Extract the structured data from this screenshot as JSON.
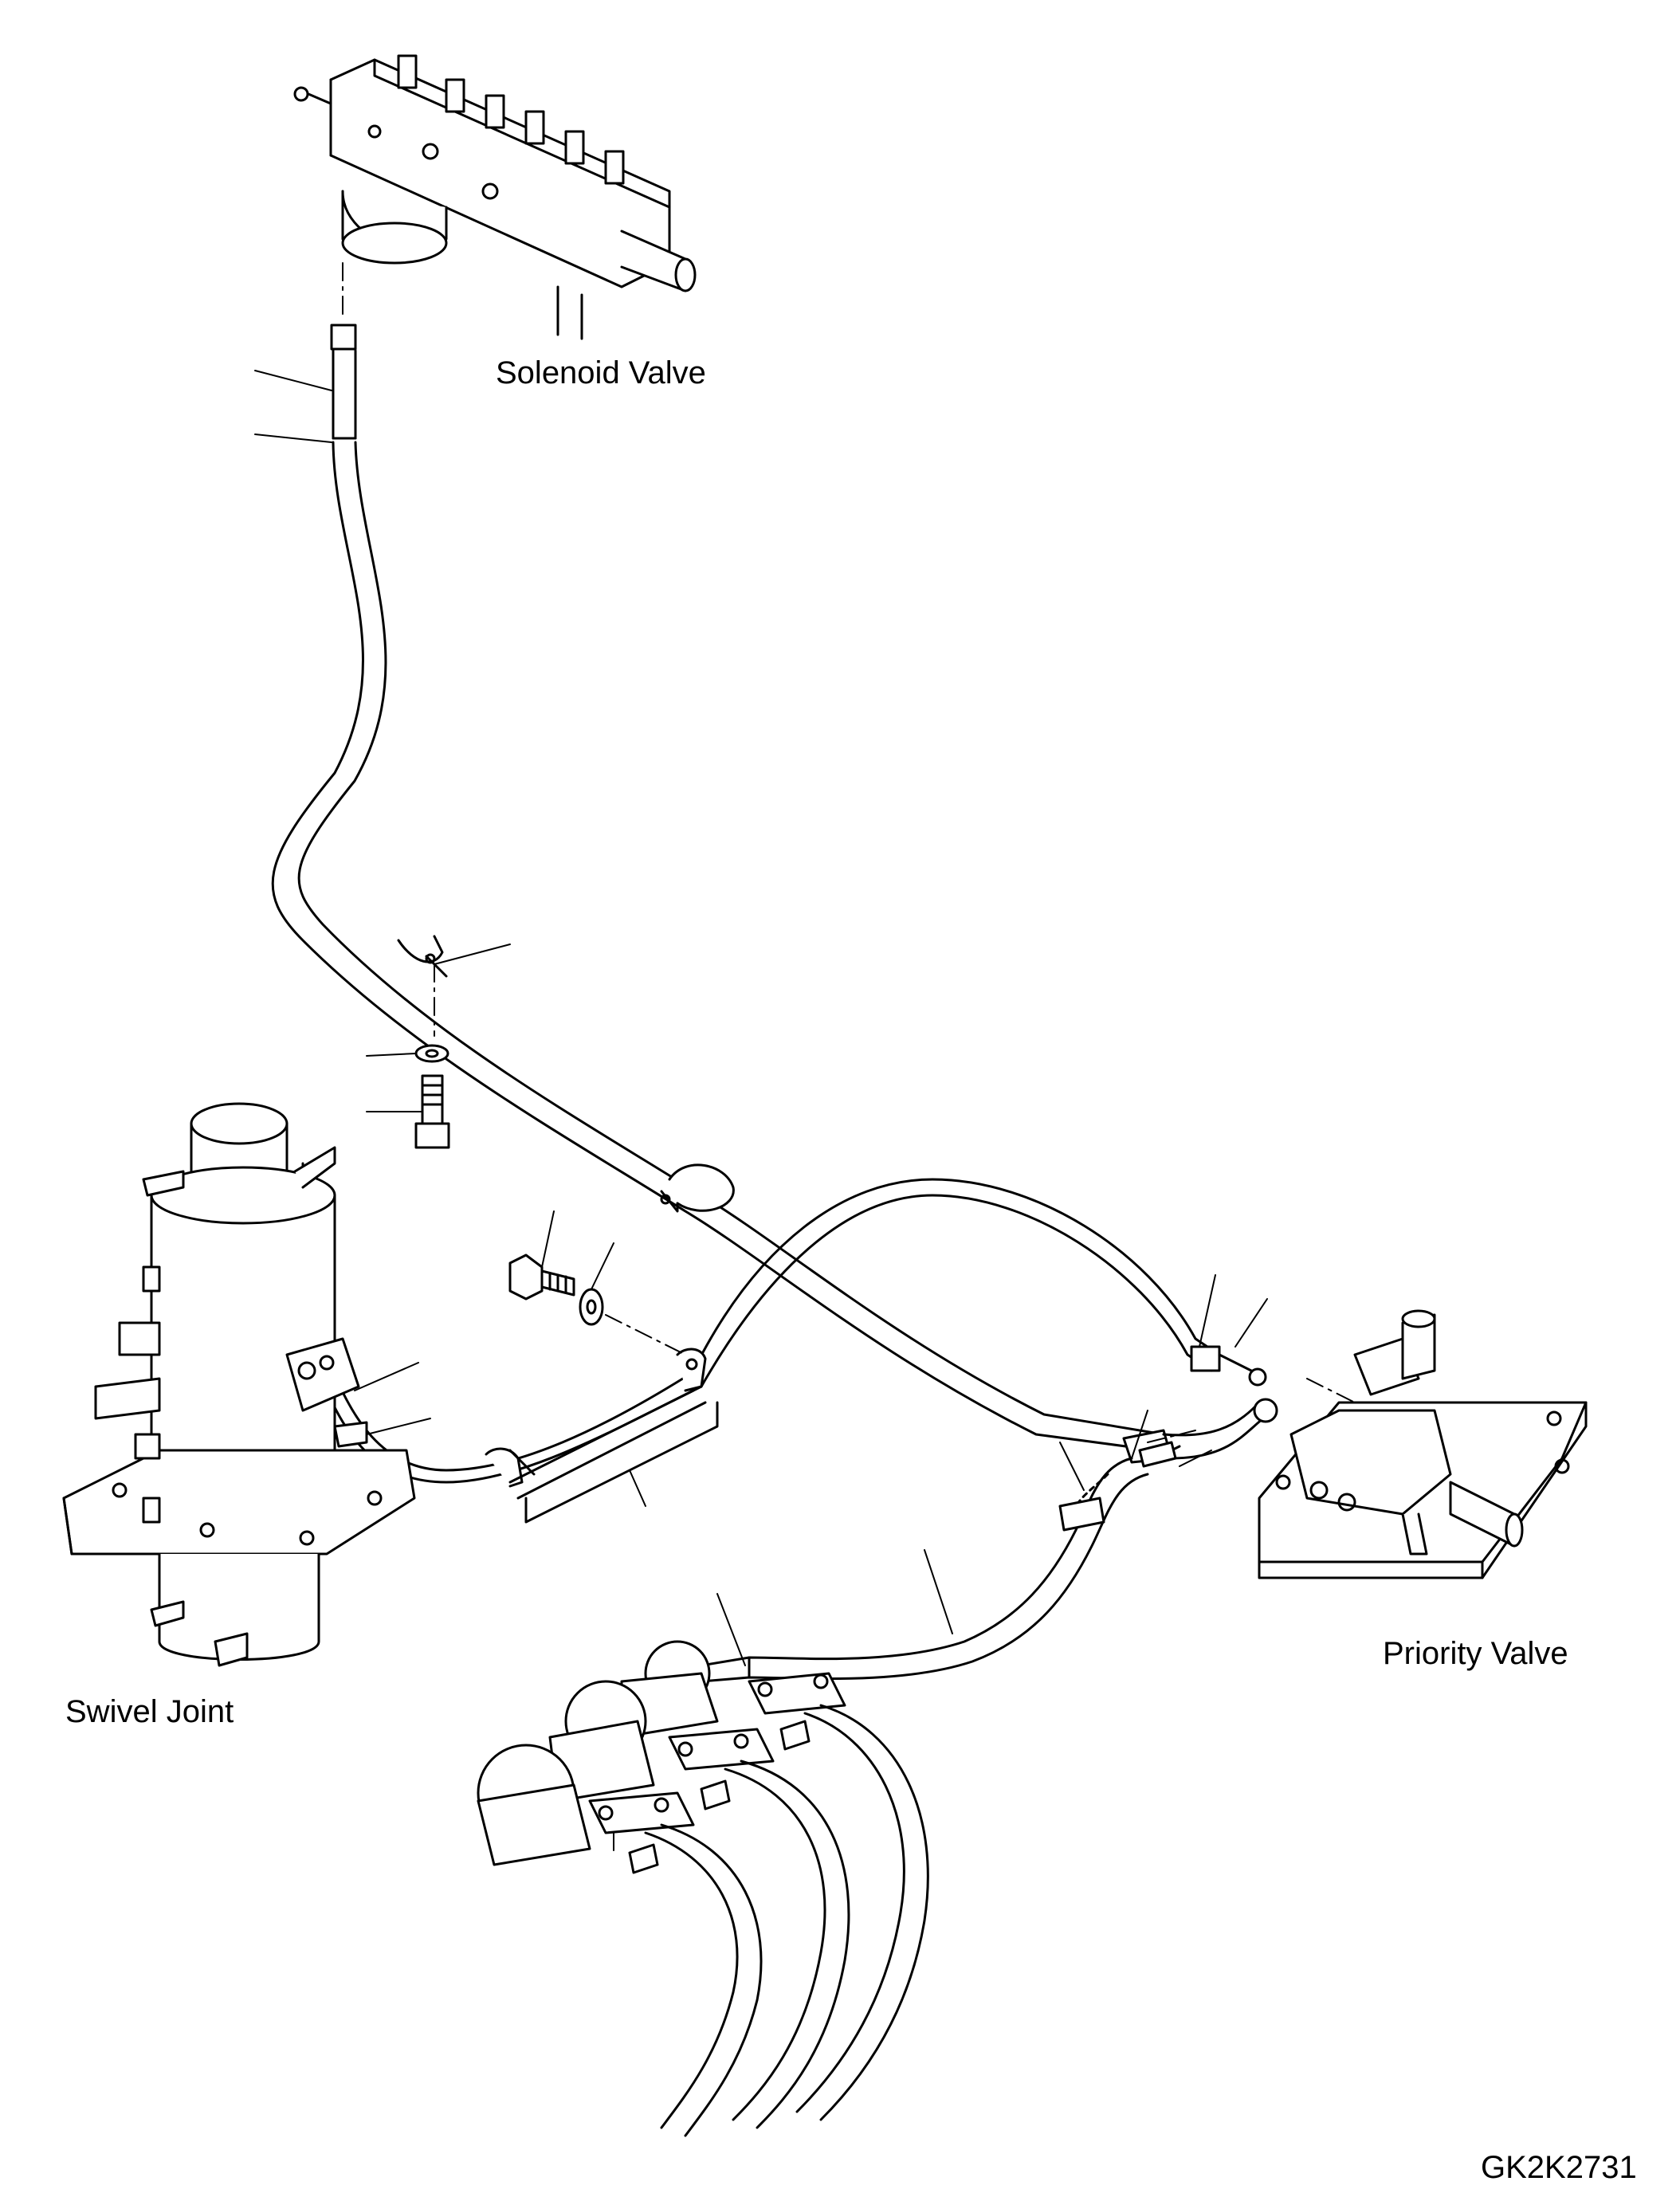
{
  "diagram": {
    "labels": {
      "solenoid_valve": "Solenoid Valve",
      "swivel_joint": "Swivel Joint",
      "priority_valve": "Priority Valve"
    },
    "figure_code": "GK2K2731",
    "colors": {
      "line": "#000000",
      "fill": "#ffffff"
    },
    "components": [
      "solenoid-valve-icon",
      "swivel-joint-icon",
      "priority-valve-icon",
      "cylinder-block-icon",
      "hose",
      "clamp-icon",
      "bolt-icon",
      "washer-icon"
    ]
  }
}
